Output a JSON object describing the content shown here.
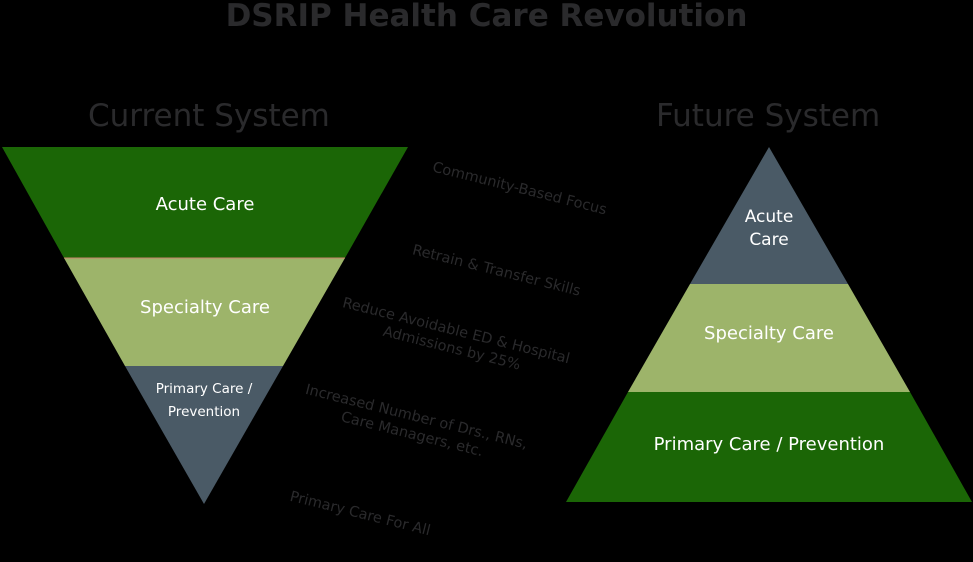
{
  "title": "DSRIP Health Care Revolution",
  "colors": {
    "background": "#000000",
    "text_dark": "#2a2a2c",
    "dark_green": "#1b6606",
    "light_green": "#9db46a",
    "slate": "#4a5a66",
    "label_text": "#ffffff"
  },
  "current_system": {
    "heading": "Current System",
    "bands": [
      {
        "label": "Acute Care",
        "color": "dark_green"
      },
      {
        "label": "Specialty Care",
        "color": "light_green"
      },
      {
        "label_line1": "Primary Care /",
        "label_line2": "Prevention",
        "color": "slate"
      }
    ]
  },
  "future_system": {
    "heading": "Future System",
    "bands": [
      {
        "label_line1": "Acute",
        "label_line2": "Care",
        "color": "slate"
      },
      {
        "label": "Specialty Care",
        "color": "light_green"
      },
      {
        "label": "Primary Care / Prevention",
        "color": "dark_green"
      }
    ]
  },
  "transitions": [
    {
      "line1": "Community-Based Focus"
    },
    {
      "line1": "Retrain & Transfer Skills"
    },
    {
      "line1": "Reduce Avoidable ED & Hospital",
      "line2": "Admissions by 25%"
    },
    {
      "line1": "Increased Number of Drs., RNs,",
      "line2": "Care Managers, etc."
    },
    {
      "line1": "Primary Care For All"
    }
  ]
}
